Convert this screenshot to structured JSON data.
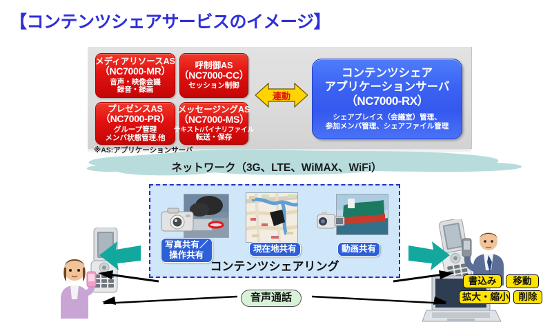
{
  "page": {
    "title": "【コンテンツシェアサービスのイメージ】",
    "accent_blue": "#2f2fd8",
    "red": "#e21111",
    "teal": "#13a89e",
    "yellow": "#ffe300"
  },
  "server_panel": {
    "as_boxes": [
      {
        "name": "メディアリソースAS",
        "code": "（NC7000-MR）",
        "desc1": "音声・映像会議",
        "desc2": "録音・録画"
      },
      {
        "name": "呼制御AS",
        "code": "（NC7000-CC）",
        "desc1": "セッション制御",
        "desc2": ""
      },
      {
        "name": "プレゼンスAS",
        "code": "（NC7000-PR）",
        "desc1": "グループ管理",
        "desc2": "メンバ状態管理,他"
      },
      {
        "name": "メッセージングAS",
        "code": "（NC7000-MS）",
        "desc1": "テキスト/バイナリファイル",
        "desc2": "転送・保存"
      }
    ],
    "footnote": "※AS:アプリケーションサーバ",
    "link_arrow_label": "連動",
    "app_server": {
      "line1": "コンテンツシェア",
      "line2": "アプリケーションサーバ",
      "line3": "（NC7000-RX）",
      "desc1": "シェアプレイス（会議室）管理、",
      "desc2": "参加メンバ管理、シェアファイル管理"
    }
  },
  "network": {
    "label": "ネットワーク（3G、LTE、WiMAX、WiFi）"
  },
  "content_sharing": {
    "title": "コンテンツシェアリング",
    "items": [
      {
        "label_line1": "写真共有／",
        "label_line2": "操作共有",
        "icon": "still-camera-icon",
        "thumb": "photo-thumbnail"
      },
      {
        "label_line1": "現在地共有",
        "label_line2": "",
        "icon": "map-icon",
        "thumb": "map-thumbnail"
      },
      {
        "label_line1": "動画共有",
        "label_line2": "",
        "icon": "video-camera-icon",
        "thumb": "video-thumbnail"
      }
    ]
  },
  "voice": {
    "label": "音声通話"
  },
  "operations": {
    "buttons": [
      "書込み",
      "移動",
      "拡大・縮小",
      "削除"
    ]
  },
  "endpoints": {
    "left": {
      "person": "female-user",
      "device": "flip-phone"
    },
    "right": {
      "person": "male-user",
      "devices": [
        "flip-phone",
        "laptop"
      ]
    }
  }
}
